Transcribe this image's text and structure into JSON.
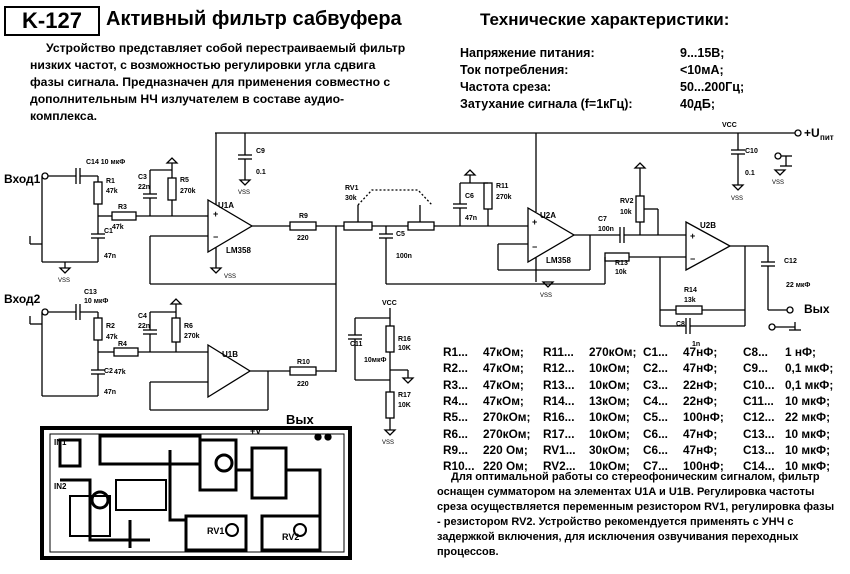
{
  "header": {
    "model": "K-127",
    "title": "Активный фильтр сабвуфера",
    "specs_title": "Технические характеристики:"
  },
  "intro_text": "Устройство представляет собой перестраиваемый фильтр низких частот, с возможностью регулировки угла сдвига фазы сигнала. Предназначен для применения совместно с дополнительным НЧ излучателем в составе аудио-комплекса.",
  "specs": [
    {
      "label": "Напряжение питания:",
      "value": "9...15В;"
    },
    {
      "label": "Ток потребления:",
      "value": "<10мА;"
    },
    {
      "label": "Частота среза:",
      "value": "50...200Гц;"
    },
    {
      "label": "Затухание сигнала (f=1кГц):",
      "value": "40дБ;"
    }
  ],
  "schematic": {
    "input1": "Вход1",
    "input2": "Вход2",
    "output": "Вых",
    "vcc": "VCC",
    "vss": "VSS",
    "supply": "+U",
    "supply_sub": "пит",
    "opamp": "LM358",
    "labels": {
      "c14": "C14 10 мкФ",
      "c13": "C13",
      "c13v": "10 мкФ",
      "r1": "R1",
      "r1v": "47k",
      "r2": "R2",
      "r2v": "47k",
      "r3": "R3",
      "r3v": "47k",
      "r4": "R4",
      "r4v": "47k",
      "c1": "C1",
      "c1v": "47n",
      "c2": "C2",
      "c2v": "47n",
      "c3": "C3",
      "c3v": "22n",
      "c4": "C4",
      "c4v": "22n",
      "r5": "R5",
      "r5v": "270k",
      "r6": "R6",
      "r6v": "270k",
      "u1a": "U1A",
      "u1b": "U1B",
      "u2a": "U2A",
      "u2b": "U2B",
      "c9": "C9",
      "c9v": "0.1",
      "c10": "C10",
      "c10v": "0.1",
      "r9": "R9",
      "r9v": "220",
      "r10": "R10",
      "r10v": "220",
      "rv1": "RV1",
      "rv1v": "30k",
      "c5": "C5",
      "c5v": "100n",
      "c6": "C6",
      "c6v": "47n",
      "r11": "R11",
      "r11v": "270k",
      "rv2": "RV2",
      "rv2v": "10k",
      "c7": "C7",
      "c7v": "100n",
      "r13": "R13",
      "r13v": "10k",
      "r14": "R14",
      "r14v": "13k",
      "c8": "C8",
      "c8v": "1n",
      "c12": "C12",
      "c12v": "22 мкФ",
      "c11": "C11",
      "c11v": "10мкФ",
      "r16": "R16",
      "r16v": "10K",
      "r17": "R17",
      "r17v": "10K",
      "vcc_small": "VCC"
    },
    "pcb": {
      "out": "Вых",
      "plus": "+V",
      "in1": "IN1",
      "in2": "IN2",
      "rv1": "RV1",
      "rv2": "RV2"
    }
  },
  "parts_list": [
    [
      "R1...",
      "47кОм;",
      "R11...",
      "270кОм;",
      "C1...",
      "47нФ;",
      "C8...",
      "1 нФ;"
    ],
    [
      "R2...",
      "47кОм;",
      "R12...",
      "10кОм;",
      "C2...",
      "47нФ;",
      "C9...",
      "0,1 мкФ;"
    ],
    [
      "R3...",
      "47кОм;",
      "R13...",
      "10кОм;",
      "C3...",
      "22нФ;",
      "C10...",
      "0,1 мкФ;"
    ],
    [
      "R4...",
      "47кОм;",
      "R14...",
      "13кОм;",
      "C4...",
      "22нФ;",
      "C11...",
      "10 мкФ;"
    ],
    [
      "R5...",
      "270кОм;",
      "R16...",
      "10кОм;",
      "C5...",
      "100нФ;",
      "C12...",
      "22 мкФ;"
    ],
    [
      "R6...",
      "270кОм;",
      "R17...",
      "10кОм;",
      "C6...",
      "47нФ;",
      "C13...",
      "10 мкФ;"
    ],
    [
      "R9...",
      "220 Ом;",
      "RV1...",
      "30кОм;",
      "C6...",
      "47нФ;",
      "C13...",
      "10 мкФ;"
    ],
    [
      "R10...",
      "220 Ом;",
      "RV2...",
      "10кОм;",
      "C7...",
      "100нФ;",
      "C14...",
      "10 мкФ;"
    ]
  ],
  "note_text": "Для оптимальной работы со стереофоническим сигналом, фильтр оснащен сумматором на элементах U1A и U1B. Регулировка частоты среза осуществляется переменным резистором RV1, регулировка фазы - резистором RV2. Устройство рекомендуется применять с УНЧ с задержкой включения, для исключения озвучивания переходных процессов."
}
